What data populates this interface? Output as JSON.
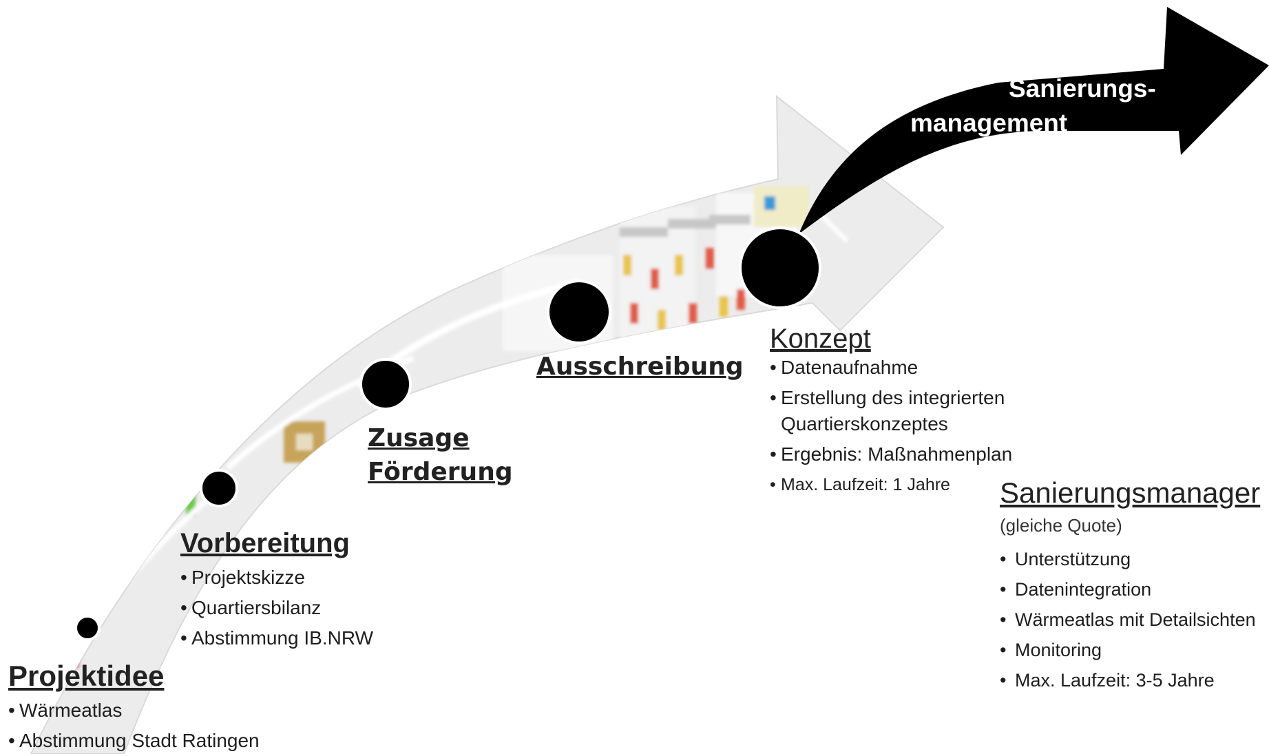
{
  "arrow_label": [
    "Sanierungs-",
    "management"
  ],
  "stages": {
    "projektidee": {
      "title": "Projektidee",
      "items": [
        "Wärmeatlas",
        "Abstimmung Stadt Ratingen"
      ]
    },
    "vorbereitung": {
      "title": "Vorbereitung",
      "items": [
        "Projektskizze",
        "Quartiersbilanz",
        "Abstimmung IB.NRW"
      ]
    },
    "zusage": {
      "title_lines": [
        "Zusage",
        "Förderung"
      ]
    },
    "ausschreibung": {
      "title": "Ausschreibung"
    },
    "konzept": {
      "title": "Konzept",
      "items": [
        "Datenaufnahme",
        "Erstellung des integrierten",
        "Quartierskonzeptes",
        "Ergebnis: Maßnahmenplan",
        "Max. Laufzeit: 1 Jahre"
      ]
    },
    "sanierungsmanager": {
      "title": "Sanierungsmanager",
      "subtitle": "(gleiche Quote)",
      "items": [
        "Unterstützung",
        "Datenintegration",
        "Wärmeatlas mit Detailsichten",
        "Monitoring",
        "Max. Laufzeit: 3-5 Jahre"
      ]
    }
  },
  "colors": {
    "arrow_fill": "#e9e9e9",
    "black_arrow": "#000000",
    "milestone": "#000000"
  }
}
